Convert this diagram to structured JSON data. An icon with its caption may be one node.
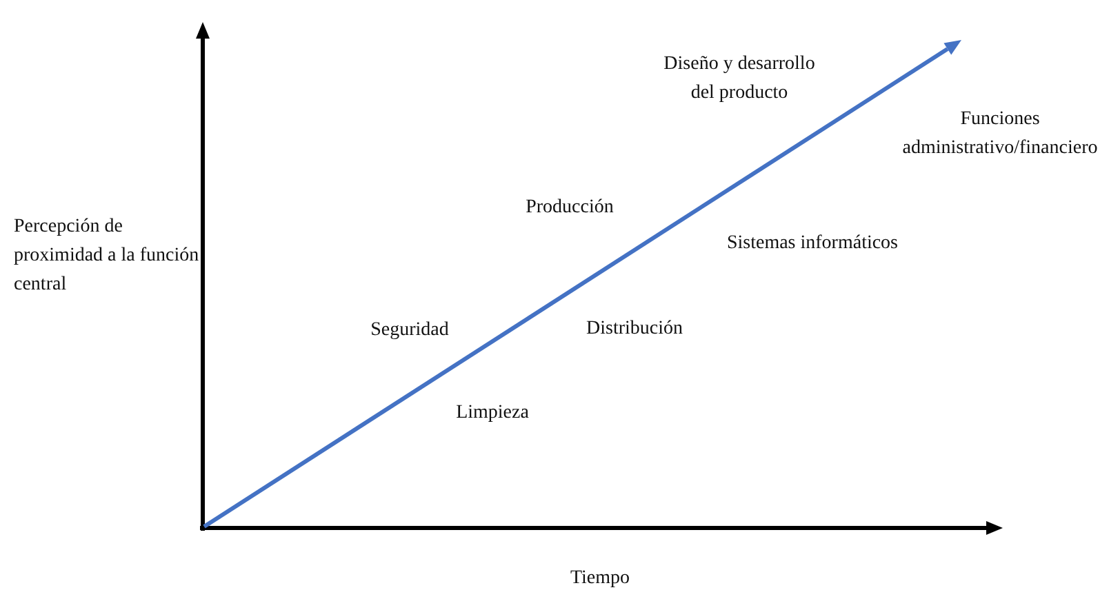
{
  "diagram": {
    "labels": [
      "Diseño y desarrollo del producto",
      "Funciones administrativo/financiero",
      "Percepción de proximidad a la función central",
      "Producción",
      "Sistemas informáticos",
      "Seguridad",
      "Distribución",
      "Limpieza",
      "Tiempo"
    ]
  }
}
